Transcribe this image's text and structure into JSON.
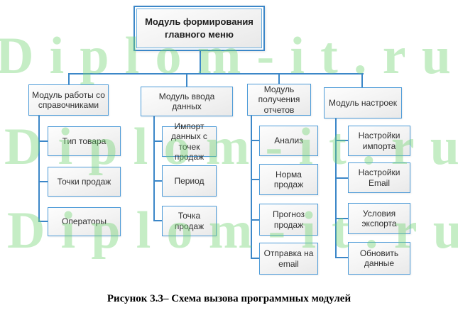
{
  "watermark": {
    "text": "Diplom-it.ru",
    "color": "#6fd46f"
  },
  "colors": {
    "box_border_blue": "#4d9bd8",
    "root_border_blue": "#3c87c8",
    "connector_blue": "#3c87c8",
    "box_fill_top": "#fdfdfd",
    "box_fill_bottom": "#e9e9e9",
    "text_dark": "#2f2f2f",
    "watermark_green": "#6fd46f"
  },
  "diagram": {
    "root": {
      "label": "Модуль формирования главного меню"
    },
    "branches": [
      {
        "label": "Модуль работы со справочниками",
        "children": [
          "Тип товара",
          "Точки продаж",
          "Операторы"
        ]
      },
      {
        "label": "Модуль ввода данных",
        "children": [
          "Импорт данных с точек продаж",
          "Период",
          "Точка продаж"
        ]
      },
      {
        "label": "Модуль получения отчетов",
        "children": [
          "Анализ",
          "Норма продаж",
          "Прогноз продаж",
          "Отправка на email"
        ]
      },
      {
        "label": "Модуль настроек",
        "children": [
          "Настройки импорта",
          "Настройки Email",
          "Условия экспорта",
          "Обновить данные"
        ]
      }
    ]
  },
  "caption": "Рисунок 3.3– Схема вызова программных модулей"
}
